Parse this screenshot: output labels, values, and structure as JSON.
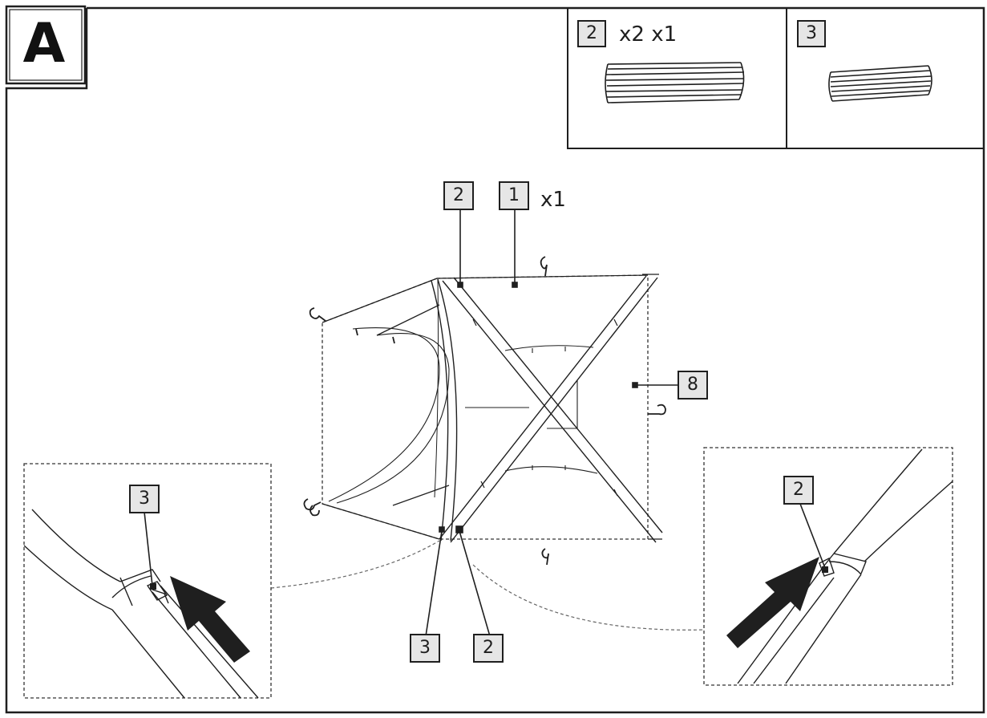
{
  "step": {
    "letter": "A"
  },
  "parts_panel": {
    "cell_1": {
      "part_number": "2",
      "quantity": "x2 x1"
    },
    "cell_2": {
      "part_number": "3"
    }
  },
  "main_diagram": {
    "callout_top_left": "2",
    "callout_top_center": "1",
    "quantity_top": "x1",
    "callout_right": "8",
    "callout_bottom_left": "3",
    "callout_bottom_right": "2"
  },
  "detail_left": {
    "callout": "3"
  },
  "detail_right": {
    "callout": "2"
  },
  "colors": {
    "line": "#1f1f1f",
    "label_fill": "#e6e6e6",
    "dashed": "#555555"
  }
}
